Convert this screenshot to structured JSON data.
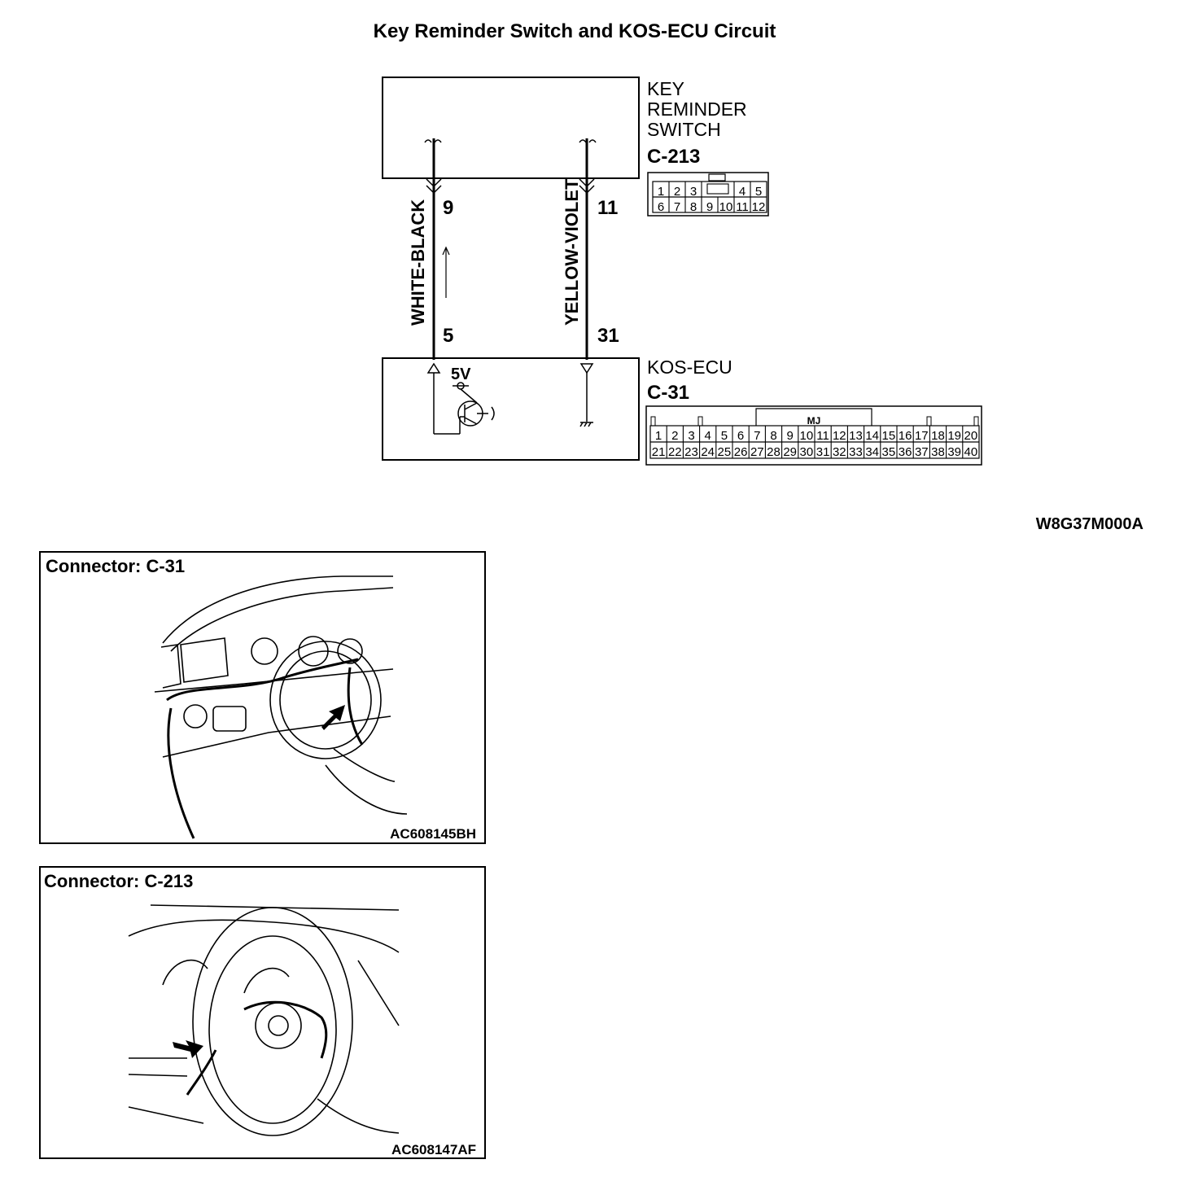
{
  "title": "Key Reminder Switch and KOS-ECU Circuit",
  "switch": {
    "name_lines": [
      "KEY",
      "REMINDER",
      "SWITCH"
    ],
    "connector": "C-213",
    "pins_top": [
      "1",
      "2",
      "3",
      "",
      "4",
      "5"
    ],
    "pins_bottom": [
      "6",
      "7",
      "8",
      "9",
      "10",
      "11",
      "12"
    ],
    "pin_left": "9",
    "pin_right": "11"
  },
  "wires": {
    "left": "WHITE-BLACK",
    "right": "YELLOW-VIOLET"
  },
  "ecu": {
    "name": "KOS-ECU",
    "connector": "C-31",
    "pin_left": "5",
    "pin_right": "31",
    "voltage": "5V",
    "conn_label": "MJ",
    "pins_top": [
      "1",
      "2",
      "3",
      "4",
      "5",
      "6",
      "7",
      "8",
      "9",
      "10",
      "11",
      "12",
      "13",
      "14",
      "15",
      "16",
      "17",
      "18",
      "19",
      "20"
    ],
    "pins_bottom": [
      "21",
      "22",
      "23",
      "24",
      "25",
      "26",
      "27",
      "28",
      "29",
      "30",
      "31",
      "32",
      "33",
      "34",
      "35",
      "36",
      "37",
      "38",
      "39",
      "40"
    ]
  },
  "diagram_code": "W8G37M000A",
  "panel1": {
    "title": "Connector: C-31",
    "code": "AC608145BH"
  },
  "panel2": {
    "title": "Connector: C-213",
    "code": "AC608147AF"
  }
}
